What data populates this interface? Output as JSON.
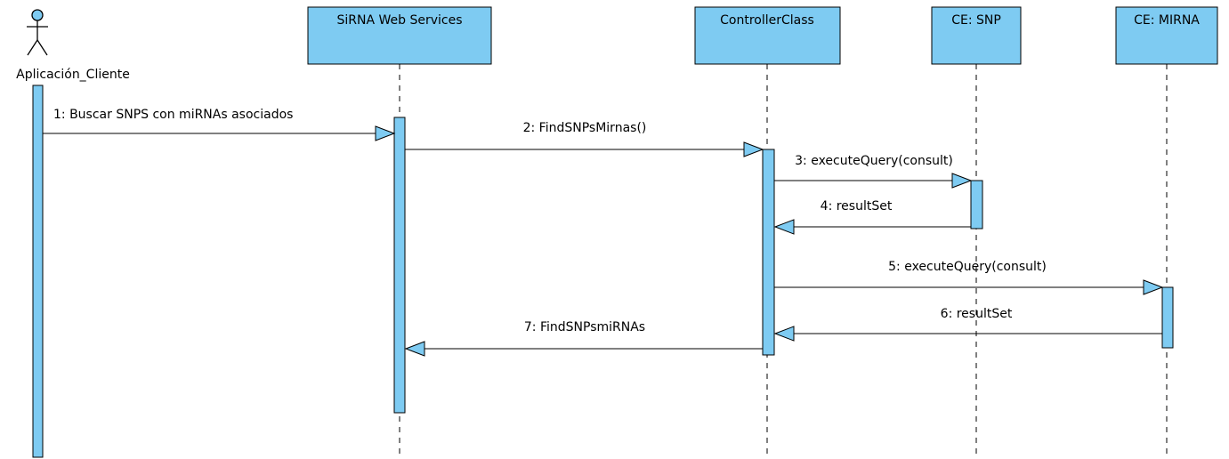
{
  "diagram": {
    "type": "sequence",
    "colors": {
      "fill": "#7ecbf2",
      "stroke": "#000000",
      "background": "#ffffff"
    },
    "actor": {
      "name": "Aplicación_Cliente",
      "icon": "stick-figure-icon"
    },
    "lifelines": [
      {
        "name": "SiRNA Web Services"
      },
      {
        "name": "ControllerClass"
      },
      {
        "name": "CE: SNP"
      },
      {
        "name": "CE: MIRNA"
      }
    ],
    "messages": [
      {
        "label": "1: Buscar SNPS con miRNAs asociados",
        "from": "Aplicación_Cliente",
        "to": "SiRNA Web Services",
        "kind": "call"
      },
      {
        "label": "2: FindSNPsMirnas()",
        "from": "SiRNA Web Services",
        "to": "ControllerClass",
        "kind": "call"
      },
      {
        "label": "3: executeQuery(consult)",
        "from": "ControllerClass",
        "to": "CE: SNP",
        "kind": "call"
      },
      {
        "label": "4: resultSet",
        "from": "CE: SNP",
        "to": "ControllerClass",
        "kind": "return"
      },
      {
        "label": "5: executeQuery(consult)",
        "from": "ControllerClass",
        "to": "CE: MIRNA",
        "kind": "call"
      },
      {
        "label": "6: resultSet",
        "from": "CE: MIRNA",
        "to": "ControllerClass",
        "kind": "return"
      },
      {
        "label": "7: FindSNPsmiRNAs",
        "from": "ControllerClass",
        "to": "SiRNA Web Services",
        "kind": "return"
      }
    ]
  }
}
